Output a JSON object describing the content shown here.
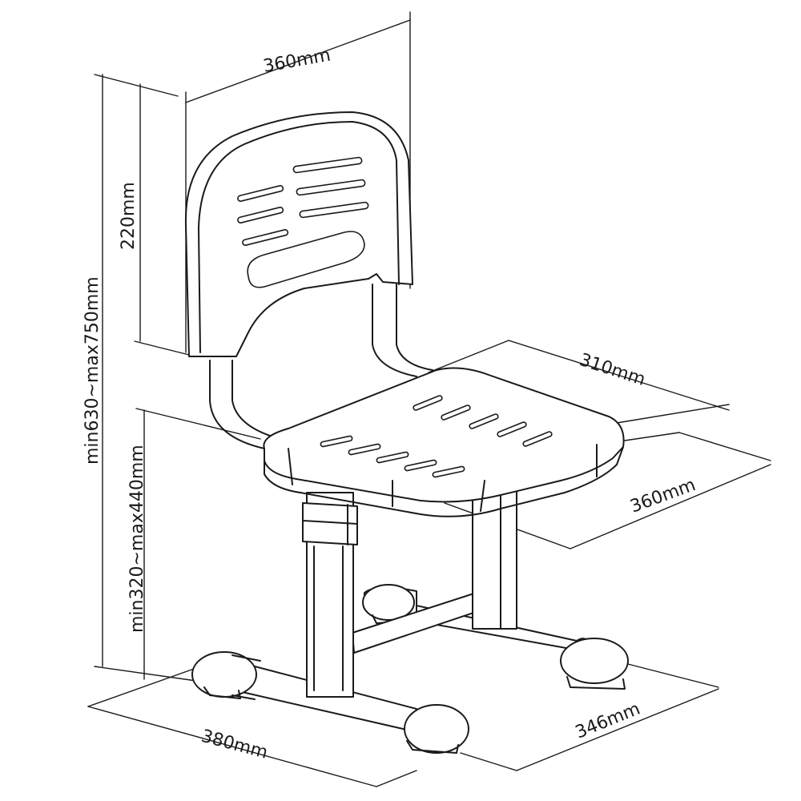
{
  "diagram": {
    "dimensions": {
      "backrest_width": "360mm",
      "backrest_height": "220mm",
      "total_height": "min630~max750mm",
      "seat_height": "min320~max440mm",
      "seat_depth": "310mm",
      "seat_width": "360mm",
      "base_depth": "380mm",
      "base_width": "346mm"
    }
  }
}
